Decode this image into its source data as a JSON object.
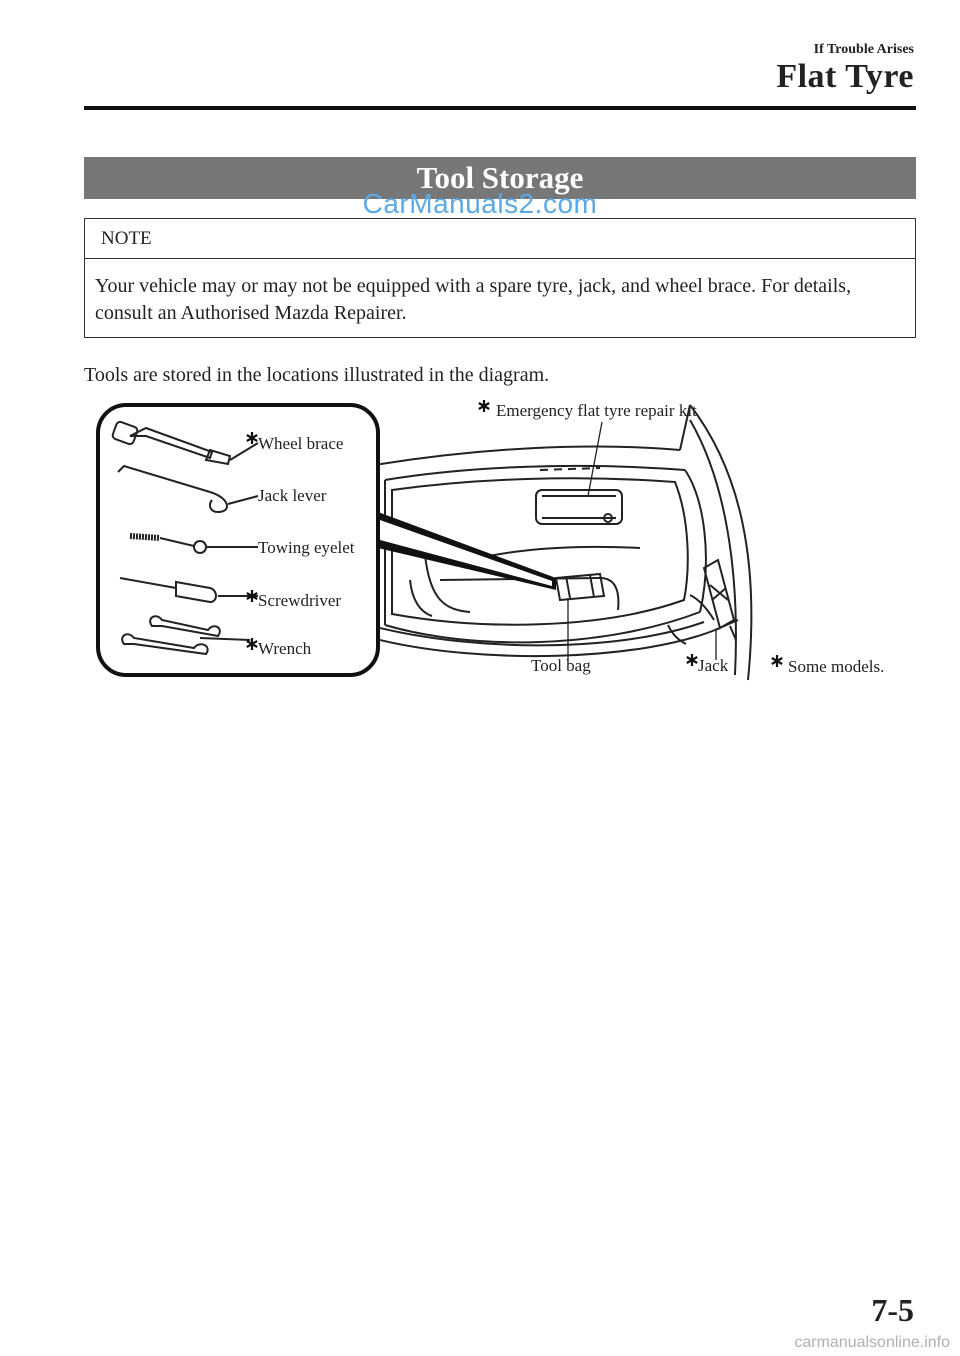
{
  "header": {
    "section": "If Trouble Arises",
    "title": "Flat Tyre"
  },
  "banner": {
    "title": "Tool Storage"
  },
  "watermark": {
    "top": "CarManuals2.com",
    "footer": "carmanualsonline.info"
  },
  "note": {
    "heading": "NOTE",
    "body": "Your vehicle may or may not be equipped with a spare tyre, jack, and wheel brace. For details, consult an Authorised Mazda Repairer."
  },
  "intro": "Tools are stored in the locations illustrated in the diagram.",
  "diagram": {
    "labels": {
      "emergency_kit": "Emergency flat tyre repair kit",
      "wheel_brace": "Wheel brace",
      "jack_lever": "Jack lever",
      "towing_eyelet": "Towing eyelet",
      "screwdriver": "Screwdriver",
      "wrench": "Wrench",
      "tool_bag": "Tool bag",
      "jack": "Jack",
      "some_models": "Some models."
    }
  },
  "footer": {
    "page_number": "7-5"
  }
}
